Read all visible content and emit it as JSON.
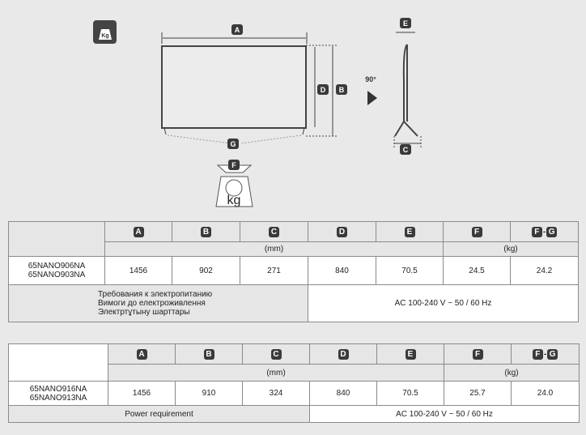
{
  "diagram": {
    "labels": [
      "A",
      "B",
      "C",
      "D",
      "E",
      "F",
      "G"
    ],
    "rotation": "90°",
    "weight_unit": "kg",
    "weight_icon": "Kg"
  },
  "table1": {
    "headers": [
      "A",
      "B",
      "C",
      "D",
      "E",
      "F",
      "F",
      "G"
    ],
    "unit_mm": "(mm)",
    "unit_kg": "(kg)",
    "models": [
      "65NANO906NA",
      "65NANO903NA"
    ],
    "values": [
      "1456",
      "902",
      "271",
      "840",
      "70.5",
      "24.5",
      "24.2"
    ],
    "power_label": [
      "Требования к электропитанию",
      "Вимоги до електроживлення",
      "Электртұтыну шарттары"
    ],
    "power_value": "AC 100-240 V ~ 50 / 60 Hz"
  },
  "table2": {
    "headers": [
      "A",
      "B",
      "C",
      "D",
      "E",
      "F",
      "F",
      "G"
    ],
    "unit_mm": "(mm)",
    "unit_kg": "(kg)",
    "models": [
      "65NANO916NA",
      "65NANO913NA"
    ],
    "values": [
      "1456",
      "910",
      "324",
      "840",
      "70.5",
      "25.7",
      "24.0"
    ],
    "power_label": "Power requirement",
    "power_value": "AC 100-240 V ~ 50 / 60 Hz"
  }
}
